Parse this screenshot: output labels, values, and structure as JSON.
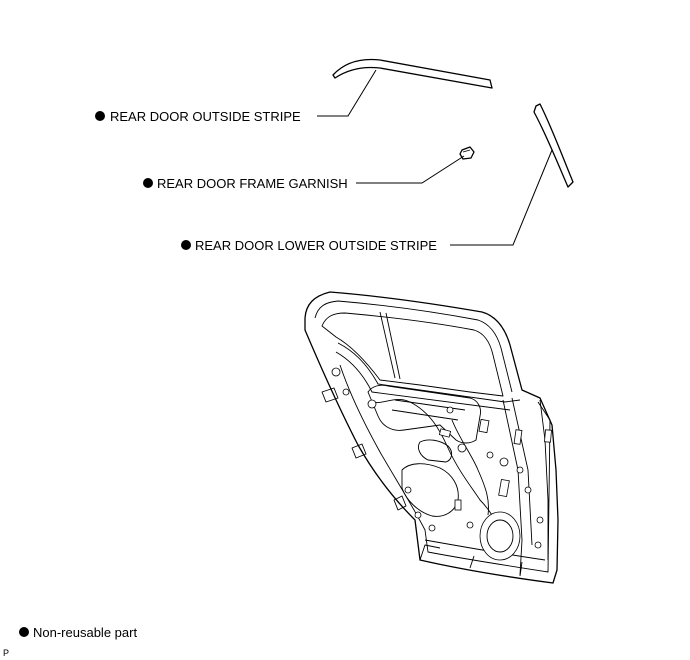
{
  "callouts": {
    "outside_stripe": "REAR DOOR OUTSIDE STRIPE",
    "frame_garnish": "REAR DOOR FRAME GARNISH",
    "lower_outside_stripe": "REAR DOOR LOWER OUTSIDE STRIPE"
  },
  "legend": {
    "non_reusable": "Non-reusable part"
  },
  "corner_mark": "P"
}
